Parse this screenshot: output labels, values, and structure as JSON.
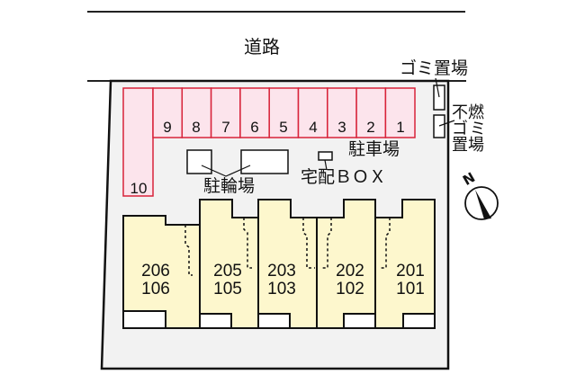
{
  "road": {
    "label": "道路"
  },
  "parking": {
    "label": "駐車場",
    "slots": [
      "1",
      "2",
      "3",
      "4",
      "5",
      "6",
      "7",
      "8",
      "9",
      "10"
    ],
    "color_fill": "#fce4ec",
    "color_border": "#d8233a"
  },
  "bicycle_parking": {
    "label": "駐輪場"
  },
  "delivery_box": {
    "label": "宅配ＢＯＸ"
  },
  "garbage": {
    "label": "ゴミ置場"
  },
  "nonburnable_garbage": {
    "line1": "不燃",
    "line2": "ゴミ",
    "line3": "置場"
  },
  "compass": {
    "label": "N"
  },
  "units": [
    {
      "upper": "206",
      "lower": "106"
    },
    {
      "upper": "205",
      "lower": "105"
    },
    {
      "upper": "203",
      "lower": "103"
    },
    {
      "upper": "202",
      "lower": "102"
    },
    {
      "upper": "201",
      "lower": "101"
    }
  ],
  "colors": {
    "building_fill": "#fdf7cd",
    "lot_fill": "#f2f2f2"
  }
}
